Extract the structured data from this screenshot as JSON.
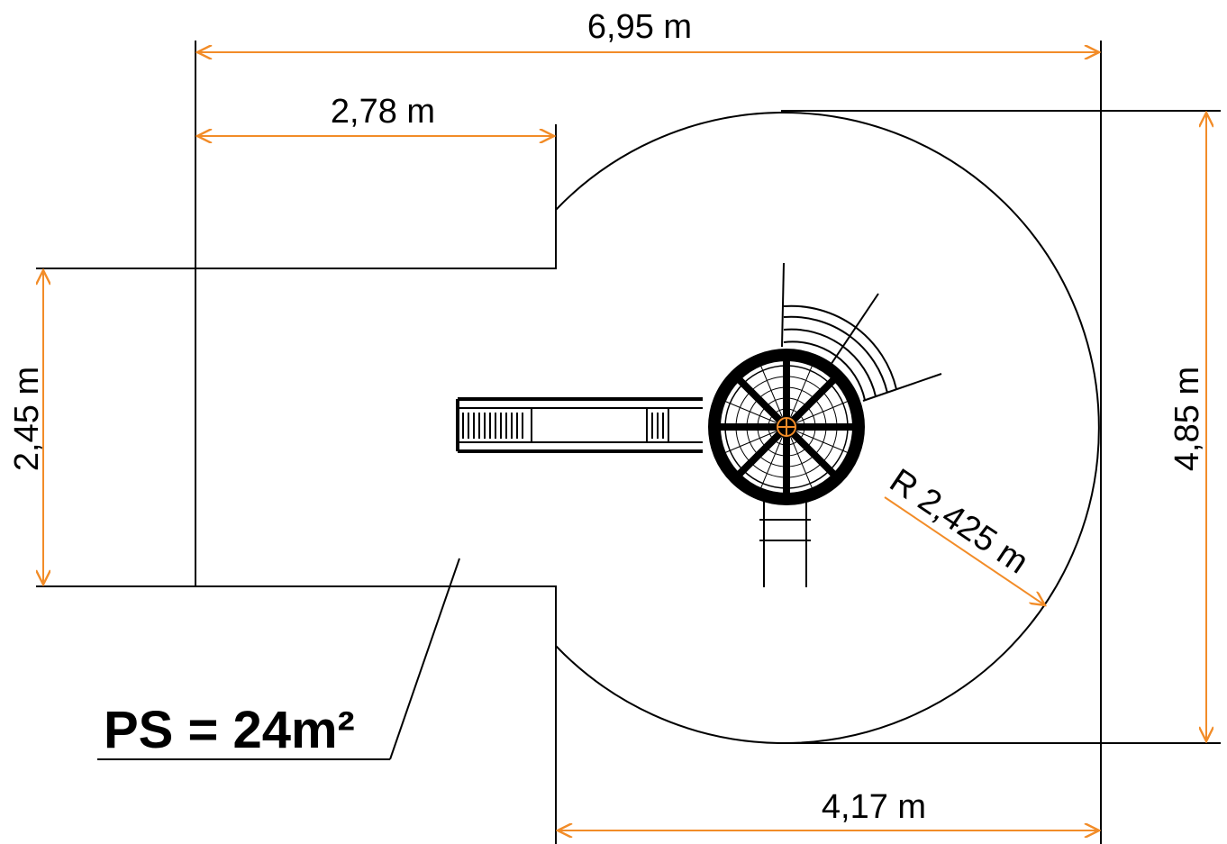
{
  "dimensions": {
    "total_width": "6,95 m",
    "top_left_width": "2,78 m",
    "left_height": "2,45 m",
    "right_height": "4,85 m",
    "bottom_width": "4,17 m",
    "radius": "R 2,425 m"
  },
  "area_label": "PS = 24m²",
  "colors": {
    "dimension_line": "#f28c28",
    "outline": "#000000"
  }
}
